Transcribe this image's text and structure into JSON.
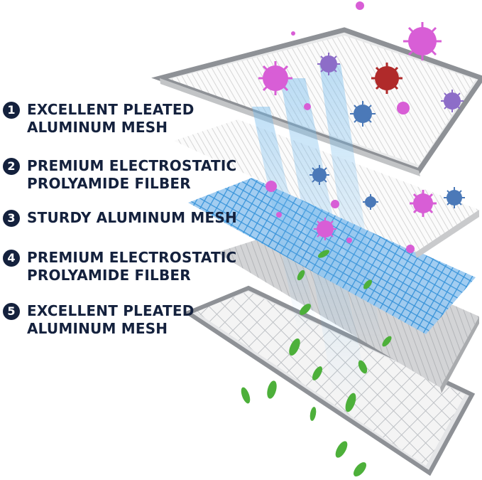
{
  "layers": [
    {
      "number": "1",
      "lines": [
        "EXCELLENT PLEATED",
        "ALUMINUM MESH"
      ]
    },
    {
      "number": "2",
      "lines": [
        "PREMIUM ELECTROSTATIC",
        "PROLYAMIDE FILBER"
      ]
    },
    {
      "number": "3",
      "lines": [
        "STURDY ALUMINUM MESH"
      ]
    },
    {
      "number": "4",
      "lines": [
        "PREMIUM ELECTROSTATIC",
        "PROLYAMIDE FILBER"
      ]
    },
    {
      "number": "5",
      "lines": [
        "EXCELLENT PLEATED",
        "ALUMINUM MESH"
      ]
    }
  ],
  "colors": {
    "text": "#14213d",
    "frame": "#8e9196",
    "mesh_blue": "#2f8fd8",
    "virus_pink": "#d85ed6",
    "virus_blue": "#4b79b8",
    "virus_purple": "#8d6dc8",
    "virus_red": "#b02a2a",
    "leaf_green": "#4db03a"
  },
  "icons": [
    "virus-icon",
    "leaf-icon"
  ]
}
